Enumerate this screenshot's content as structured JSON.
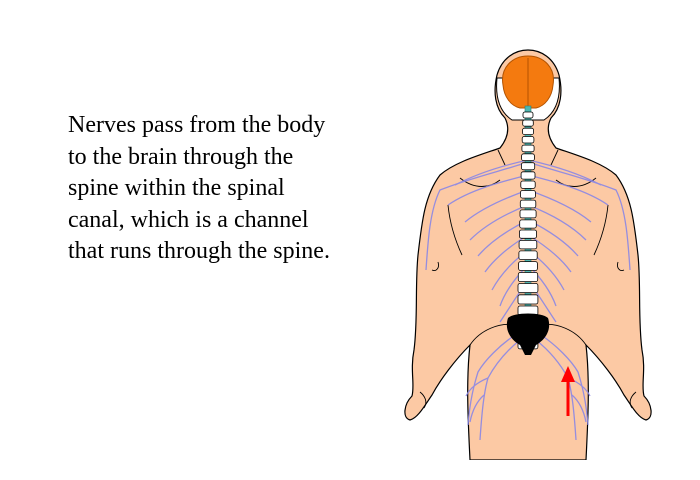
{
  "caption": {
    "lines": [
      "Nerves pass from the body",
      "to the brain through the",
      "spine within the spinal",
      "canal, which is a channel",
      "that runs through the spine."
    ]
  },
  "colors": {
    "background": "#ffffff",
    "text": "#000000",
    "skin": "#fcc9a4",
    "brain": "#f47a0f",
    "spinal_cord": "#4fb7b0",
    "nerves": "#8a87e6",
    "sacrum": "#000000",
    "arrow": "#ff0000"
  },
  "icons": {
    "arrow": "red-up-arrow-icon"
  }
}
